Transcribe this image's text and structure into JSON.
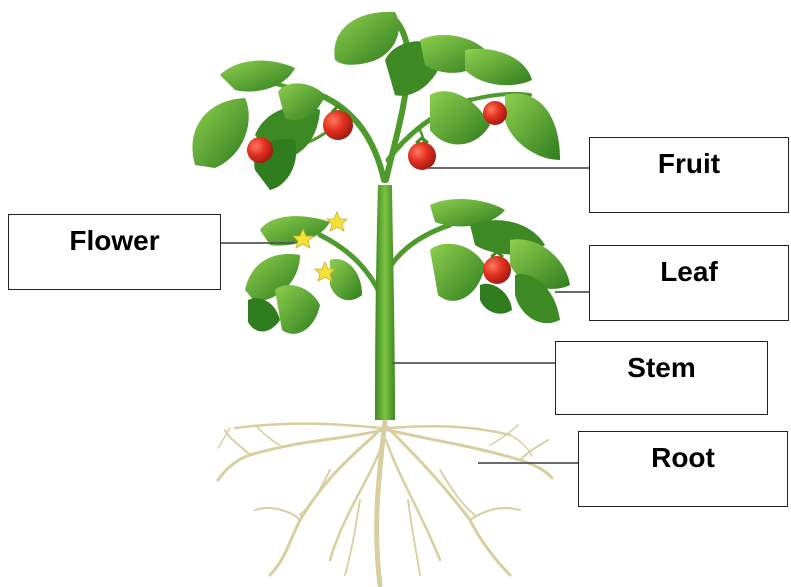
{
  "labels": {
    "fruit": "Fruit",
    "flower": "Flower",
    "leaf": "Leaf",
    "stem": "Stem",
    "root": "Root"
  },
  "colors": {
    "leaf_dark": "#2f7d1e",
    "leaf_light": "#7cc242",
    "stem": "#4f9a2c",
    "fruit": "#d8281e",
    "flower": "#f4e23a",
    "root": "#d8cfa0",
    "leader_line": "#555555"
  }
}
